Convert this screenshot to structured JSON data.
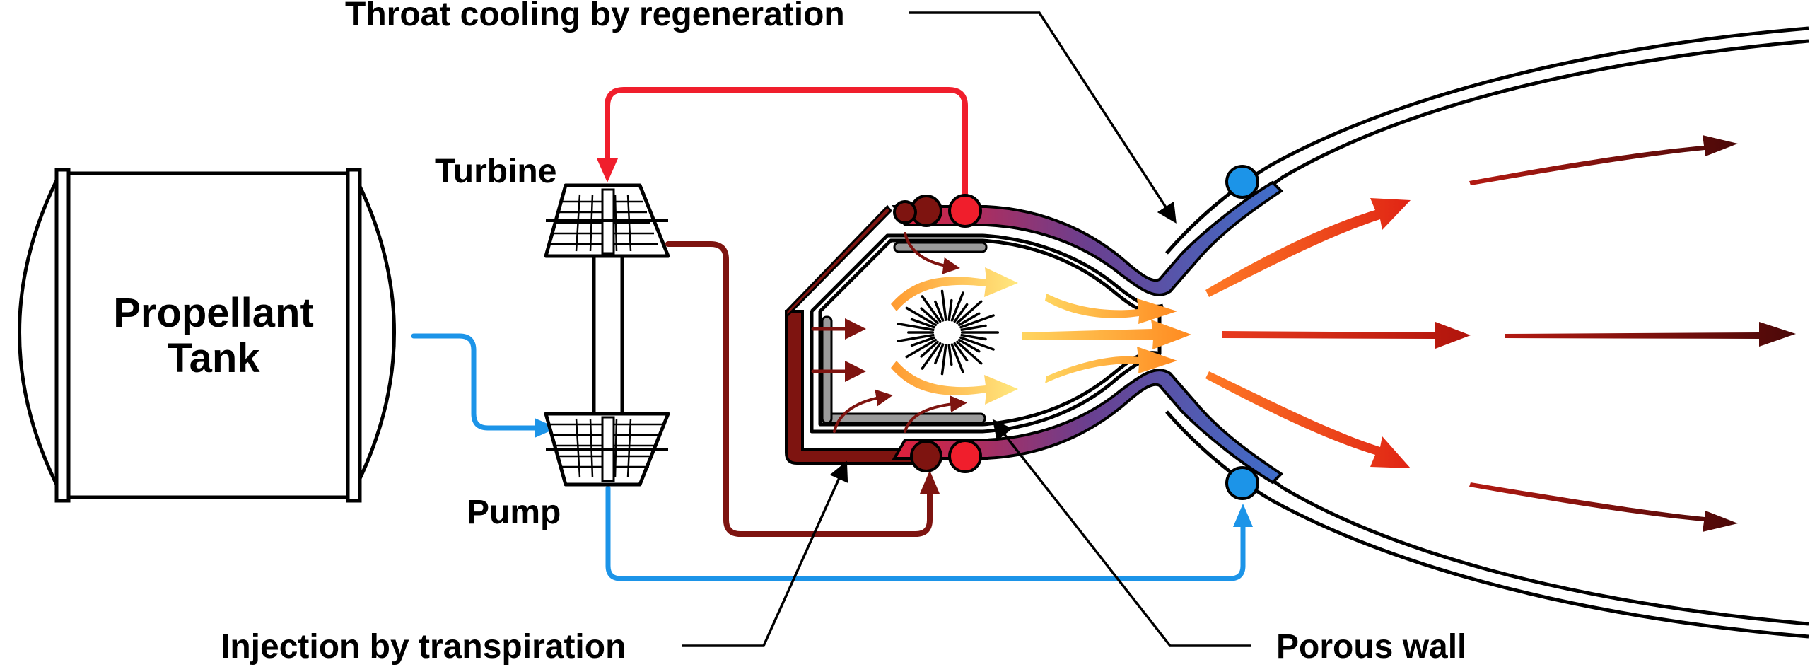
{
  "labels": {
    "tank_line1": "Propellant",
    "tank_line2": "Tank",
    "turbine": "Turbine",
    "pump": "Pump",
    "throat_cooling": "Throat cooling by regeneration",
    "injection": "Injection by transpiration",
    "porous_wall": "Porous wall"
  },
  "colors": {
    "hot_feed": "#f01e2c",
    "turbine_exhaust": "#7e1410",
    "coolant_feed": "#1c94e8",
    "regen_blue": "#3f6fcb",
    "regen_purple": "#6a3f8f",
    "porous_gray": "#9a9a9a",
    "flame_yellow": "#ffe070",
    "flame_orange": "#ff9a30",
    "plume_red": "#e7321f",
    "plume_dark": "#5a0a0a"
  },
  "icons": [
    "turbine-icon",
    "pump-icon",
    "combustion-spark-icon",
    "arrowhead-icon"
  ]
}
